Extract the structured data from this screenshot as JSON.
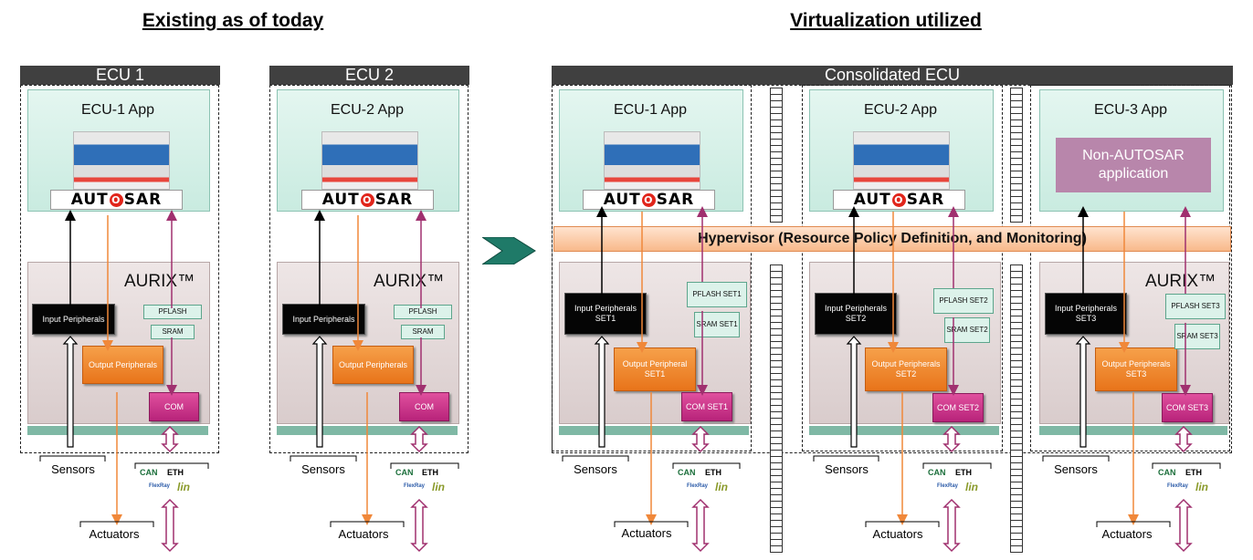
{
  "headings": {
    "left": "Existing as of today",
    "right": "Virtualization utilized"
  },
  "ecus": {
    "ecu1": {
      "title": "ECU 1",
      "app": "ECU-1 App"
    },
    "ecu2": {
      "title": "ECU 2",
      "app": "ECU-2 App"
    },
    "consolidated": {
      "title": "Consolidated ECU"
    }
  },
  "partitions": {
    "p1": {
      "app": "ECU-1 App",
      "input": "Input Peripherals SET1",
      "output": "Output Peripheral SET1",
      "pflash": "PFLASH SET1",
      "sram": "SRAM SET1",
      "com": "COM SET1"
    },
    "p2": {
      "app": "ECU-2 App",
      "input": "Input Peripherals SET2",
      "output": "Output Peripherals SET2",
      "pflash": "PFLASH SET2",
      "sram": "SRAM SET2",
      "com": "COM SET2"
    },
    "p3": {
      "app": "ECU-3 App",
      "nonautosar": "Non-AUTOSAR application",
      "input": "Input Peripherals SET3",
      "output": "Output Peripherals SET3",
      "pflash": "PFLASH SET3",
      "sram": "SRAM SET3",
      "com": "COM SET3"
    }
  },
  "common": {
    "aurix": "AURIX™",
    "autosar_a": "AUT",
    "autosar_o": "O",
    "autosar_b": "SAR",
    "input": "Input Peripherals",
    "output": "Output Peripherals",
    "pflash": "PFLASH",
    "sram": "SRAM",
    "com": "COM",
    "sensors": "Sensors",
    "actuators": "Actuators",
    "can": "CAN",
    "eth": "ETH",
    "flexray": "FlexRay",
    "lin": "lin"
  },
  "hypervisor": "Hypervisor (Resource Policy Definition, and Monitoring)",
  "colors": {
    "input": "#050505",
    "output": "#e8741a",
    "com": "#c2297f",
    "hypervisor": "#f8b98a",
    "app": "#d9f2ea",
    "bar": "#404040",
    "arrow_orange": "#f0883a",
    "arrow_magenta": "#a0306f"
  }
}
